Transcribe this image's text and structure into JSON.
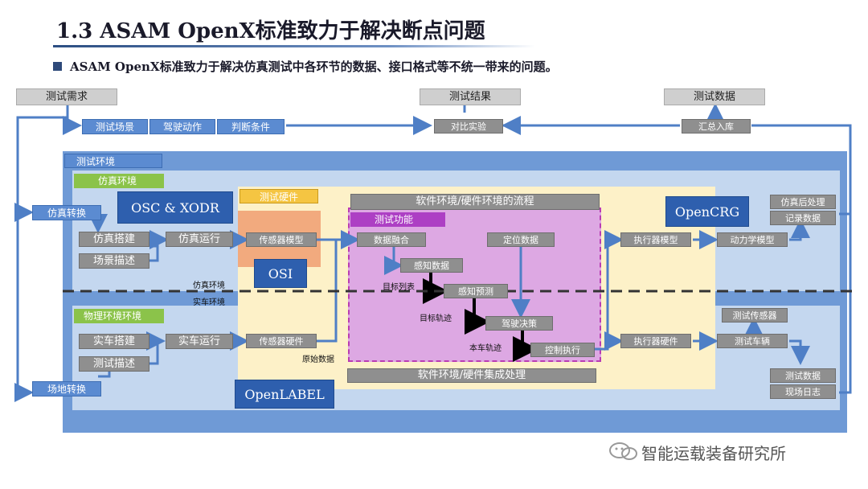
{
  "header": {
    "title": "1.3 ASAM OpenX标准致力于解决断点问题",
    "subtitle": "ASAM OpenX标准致力于解决仿真测试中各环节的数据、接口格式等不统一带来的问题。"
  },
  "top_bar": {
    "test_requirement": "测试需求",
    "test_result": "测试结果",
    "test_data": "测试数据",
    "scenario": "测试场景",
    "driving_action": "驾驶动作",
    "judge_condition": "判断条件",
    "compare_analysis": "对比实验",
    "summary_storage": "汇总入库"
  },
  "env": {
    "test_env": "测试环境",
    "sim_env": "仿真环境",
    "sim_convert": "仿真转换",
    "field_convert": "场地转换",
    "physical_env": "物理环境环境",
    "sim_build": "仿真搭建",
    "scene_desc": "场景描述",
    "sim_run": "仿真运行",
    "car_build": "实车搭建",
    "test_desc": "测试描述",
    "car_run": "实车运行",
    "sim_env_label": "仿真环境",
    "car_env_label": "实车环境"
  },
  "standards": {
    "osc_xodr": "OSC & XODR",
    "osi": "OSI",
    "opencrg": "OpenCRG",
    "openlabel": "OpenLABEL"
  },
  "center": {
    "test_hardware": "测试硬件",
    "sw_hw_flow": "软件环境/硬件环境的流程",
    "test_function": "测试功能",
    "sensor_model": "传感器模型",
    "sensor_hw": "传感器硬件",
    "raw_data": "原始数据",
    "data_fusion": "数据融合",
    "perception_data": "感知数据",
    "target_list": "目标列表",
    "perception_predict": "感知预测",
    "target_track": "目标轨迹",
    "positioning": "定位数据",
    "driving_decision": "驾驶决策",
    "ego_track": "本车轨迹",
    "control_exec": "控制执行",
    "sw_hw_integration": "软件环境/硬件集成处理"
  },
  "right": {
    "actuator_model": "执行器模型",
    "dynamics_model": "动力学模型",
    "sim_post": "仿真后处理",
    "record_data": "记录数据",
    "actuator_hw": "执行器硬件",
    "test_vehicle": "测试车辆",
    "test_sensor": "测试传感器",
    "test_data2": "测试数据",
    "field_log": "现场日志"
  },
  "footer": {
    "brand": "智能运载装备研究所"
  },
  "colors": {
    "outer_bg": "#6f9ad6",
    "panel_bg": "#c4d7ef",
    "yellow_bg": "#fdf1c8",
    "magenta_bg": "#dda8e3",
    "magenta_border": "#b93cb4",
    "arrow": "#4f7fc6",
    "black_arrow": "#000000"
  }
}
